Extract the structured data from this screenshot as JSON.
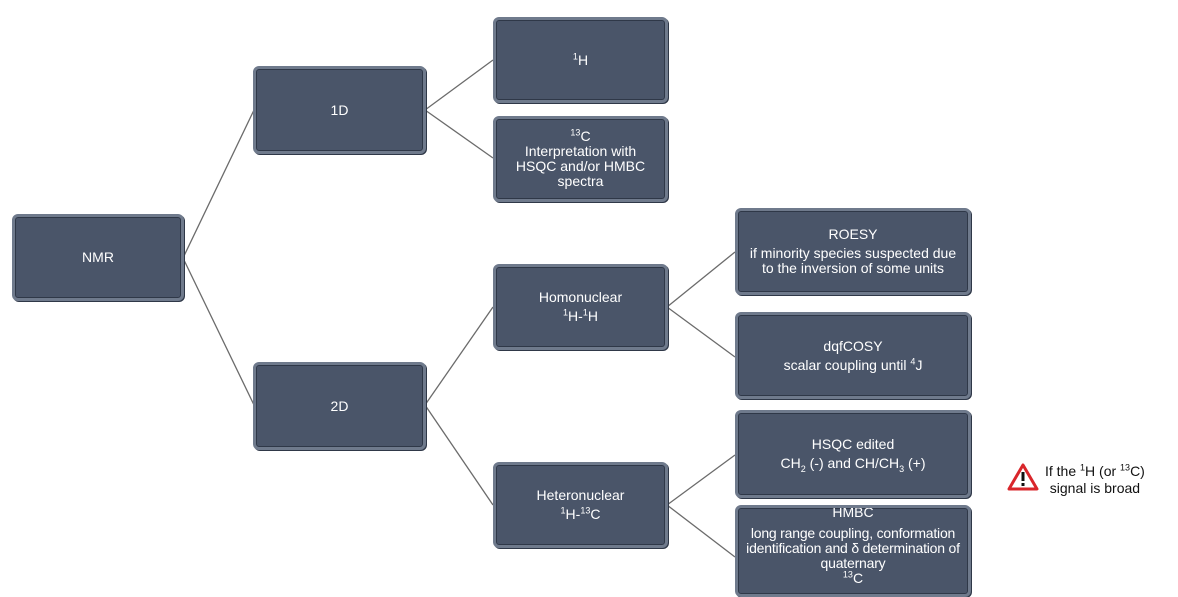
{
  "nodes": {
    "nmr": "NMR",
    "d1": "1D",
    "d2": "2D",
    "h1": {
      "sup": "1",
      "text": "H"
    },
    "c13": {
      "sup": "13",
      "text": "C",
      "desc": "Interpretation with HSQC and/or HMBC spectra"
    },
    "homonuclear": {
      "title": "Homonuclear",
      "sup1": "1",
      "mid": "H-",
      "sup2": "1",
      "end": "H"
    },
    "heteronuclear": {
      "title": "Heteronuclear",
      "sup1": "1",
      "mid": "H-",
      "sup2": "13",
      "end": "C"
    },
    "roesy": {
      "title": "ROESY",
      "desc": "if minority species suspected due to the inversion of some units"
    },
    "dqfcosy": {
      "title": "dqfCOSY",
      "desc": "scalar coupling until",
      "sup": "4",
      "end": "J"
    },
    "hsqc": {
      "title": "HSQC edited",
      "p1": "CH",
      "sub1": "2",
      "p2": " (-) and CH/CH",
      "sub2": "3",
      "p3": " (+)"
    },
    "hmbc": {
      "title": "HMBC",
      "desc": "long range coupling, conformation identification and δ determination of quaternary",
      "sup": "13",
      "end": "C"
    }
  },
  "warning": {
    "icon": "warning-triangle-icon",
    "line1_pre": "If the ",
    "sup1": "1",
    "line1_mid": "H (or ",
    "sup2": "13",
    "line1_end": "C)",
    "line2": "signal is broad",
    "color": "#d9262b"
  },
  "colors": {
    "box": "#4a5569",
    "border": "#6f7a8c",
    "line": "#6b6b6b"
  }
}
